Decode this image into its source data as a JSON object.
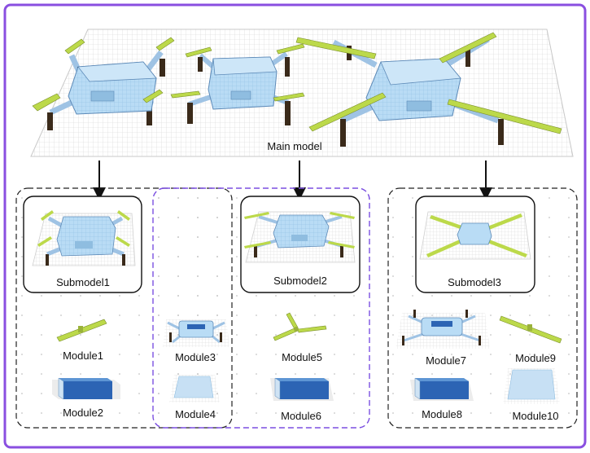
{
  "main": {
    "label": "Main model"
  },
  "submodels": [
    {
      "label": "Submodel1"
    },
    {
      "label": "Submodel2"
    },
    {
      "label": "Submodel3"
    }
  ],
  "modules": [
    {
      "label": "Module1"
    },
    {
      "label": "Module2"
    },
    {
      "label": "Module3"
    },
    {
      "label": "Module4"
    },
    {
      "label": "Module5"
    },
    {
      "label": "Module6"
    },
    {
      "label": "Module7"
    },
    {
      "label": "Module8"
    },
    {
      "label": "Module9"
    },
    {
      "label": "Module10"
    }
  ],
  "colors": {
    "frame": "#8a4fe0",
    "body": "#b9dcf5",
    "body_dark": "#2c64b4",
    "propeller": "#bcd94a",
    "leg": "#3a2a1a",
    "grid": "#cfcfcf",
    "dashed_black": "#222222",
    "dashed_purple": "#7b4fe0"
  }
}
